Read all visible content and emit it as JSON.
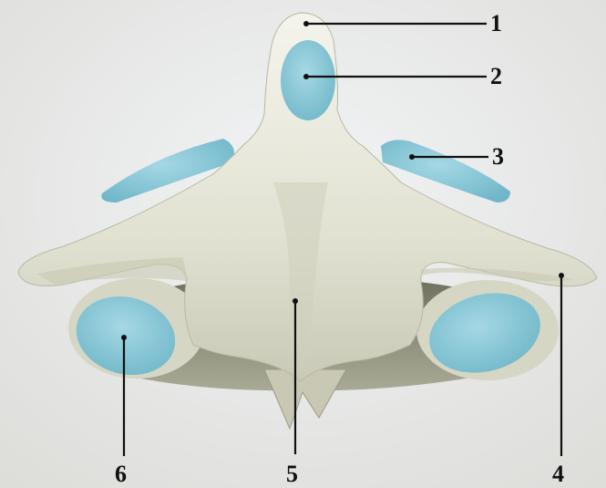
{
  "labels": {
    "l1": "1",
    "l2": "2",
    "l3": "3",
    "l4": "4",
    "l5": "5",
    "l6": "6"
  },
  "colors": {
    "background": "#e9e8e6",
    "bone": "#e4e3d6",
    "bone_shadow": "#9a9a86",
    "articular_facet": "#8cc9d8",
    "leader_line": "#111111"
  }
}
